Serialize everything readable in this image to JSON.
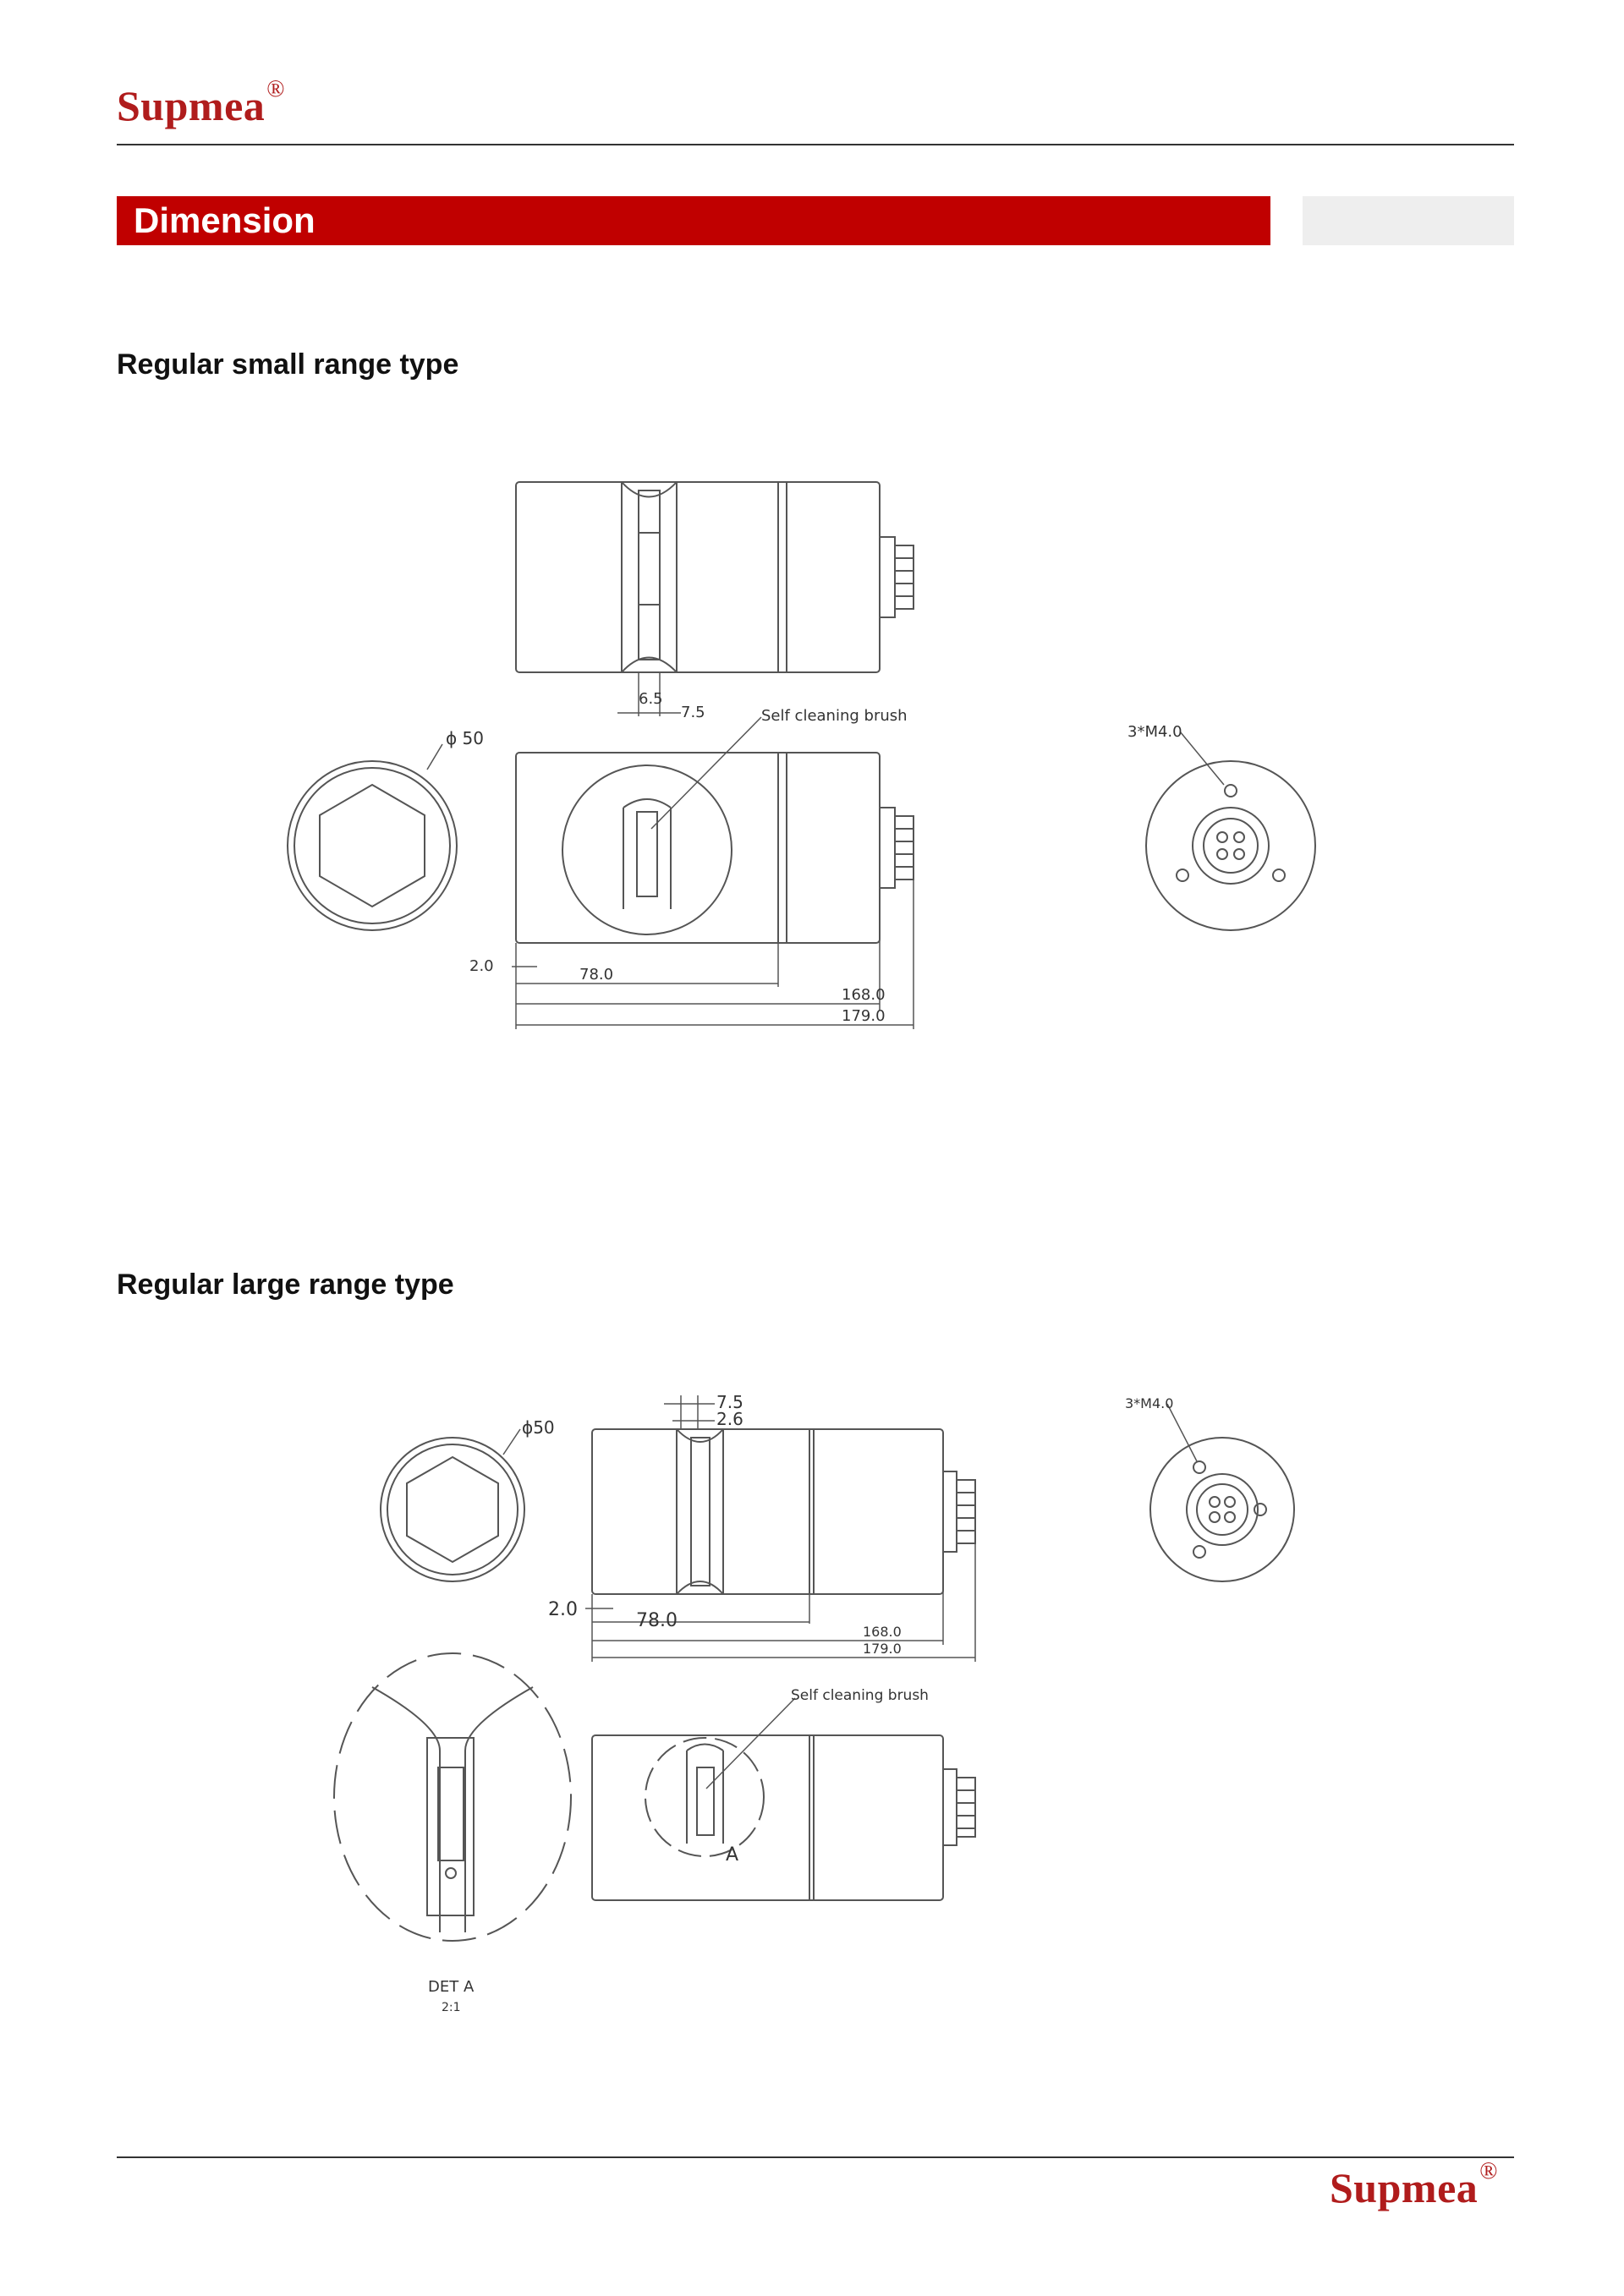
{
  "header": {
    "brand": "Supmea",
    "registered": "®"
  },
  "section": {
    "title": "Dimension"
  },
  "small_type": {
    "heading": "Regular small range type",
    "labels": {
      "dim_6_5": "6.5",
      "dim_7_5": "7.5",
      "phi50": "ϕ 50",
      "brush": "Self cleaning brush",
      "holes": "3*M4.0",
      "dim_2_0": "2.0",
      "dim_78_0": "78.0",
      "dim_168_0": "168.0",
      "dim_179_0": "179.0"
    }
  },
  "large_type": {
    "heading": "Regular large range type",
    "labels": {
      "dim_7_5": "7.5",
      "dim_2_6": "2.6",
      "phi50": "ϕ50",
      "holes": "3*M4.0",
      "dim_2_0": "2.0",
      "dim_78_0": "78.0",
      "dim_168_0": "168.0",
      "dim_179_0": "179.0",
      "brush": "Self cleaning brush",
      "detail_marker": "A",
      "detail_title": "DET A",
      "detail_scale": "2:1"
    }
  },
  "footer": {
    "brand": "Supmea",
    "registered": "®"
  }
}
